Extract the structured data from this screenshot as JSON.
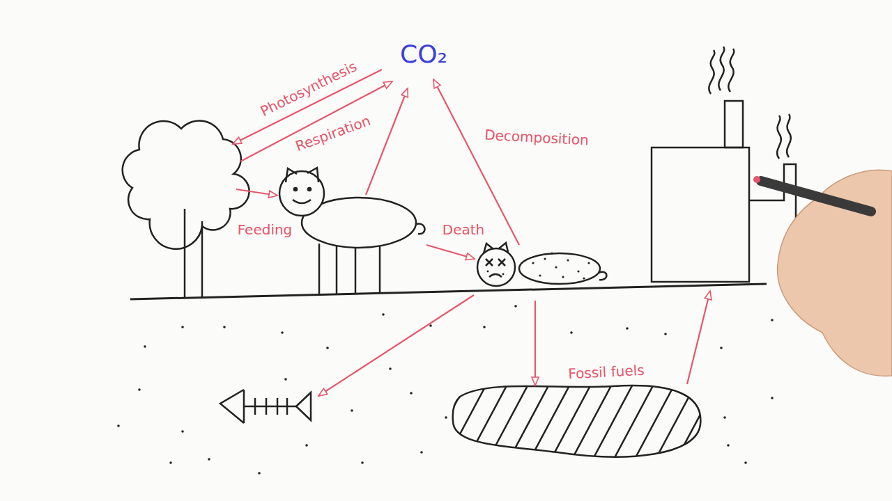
{
  "diagram": {
    "labels": [
      "CO₂",
      "Photosynthesis",
      "Respiration",
      "Feeding",
      "Death",
      "Decomposition",
      "Fossil fuels"
    ]
  }
}
